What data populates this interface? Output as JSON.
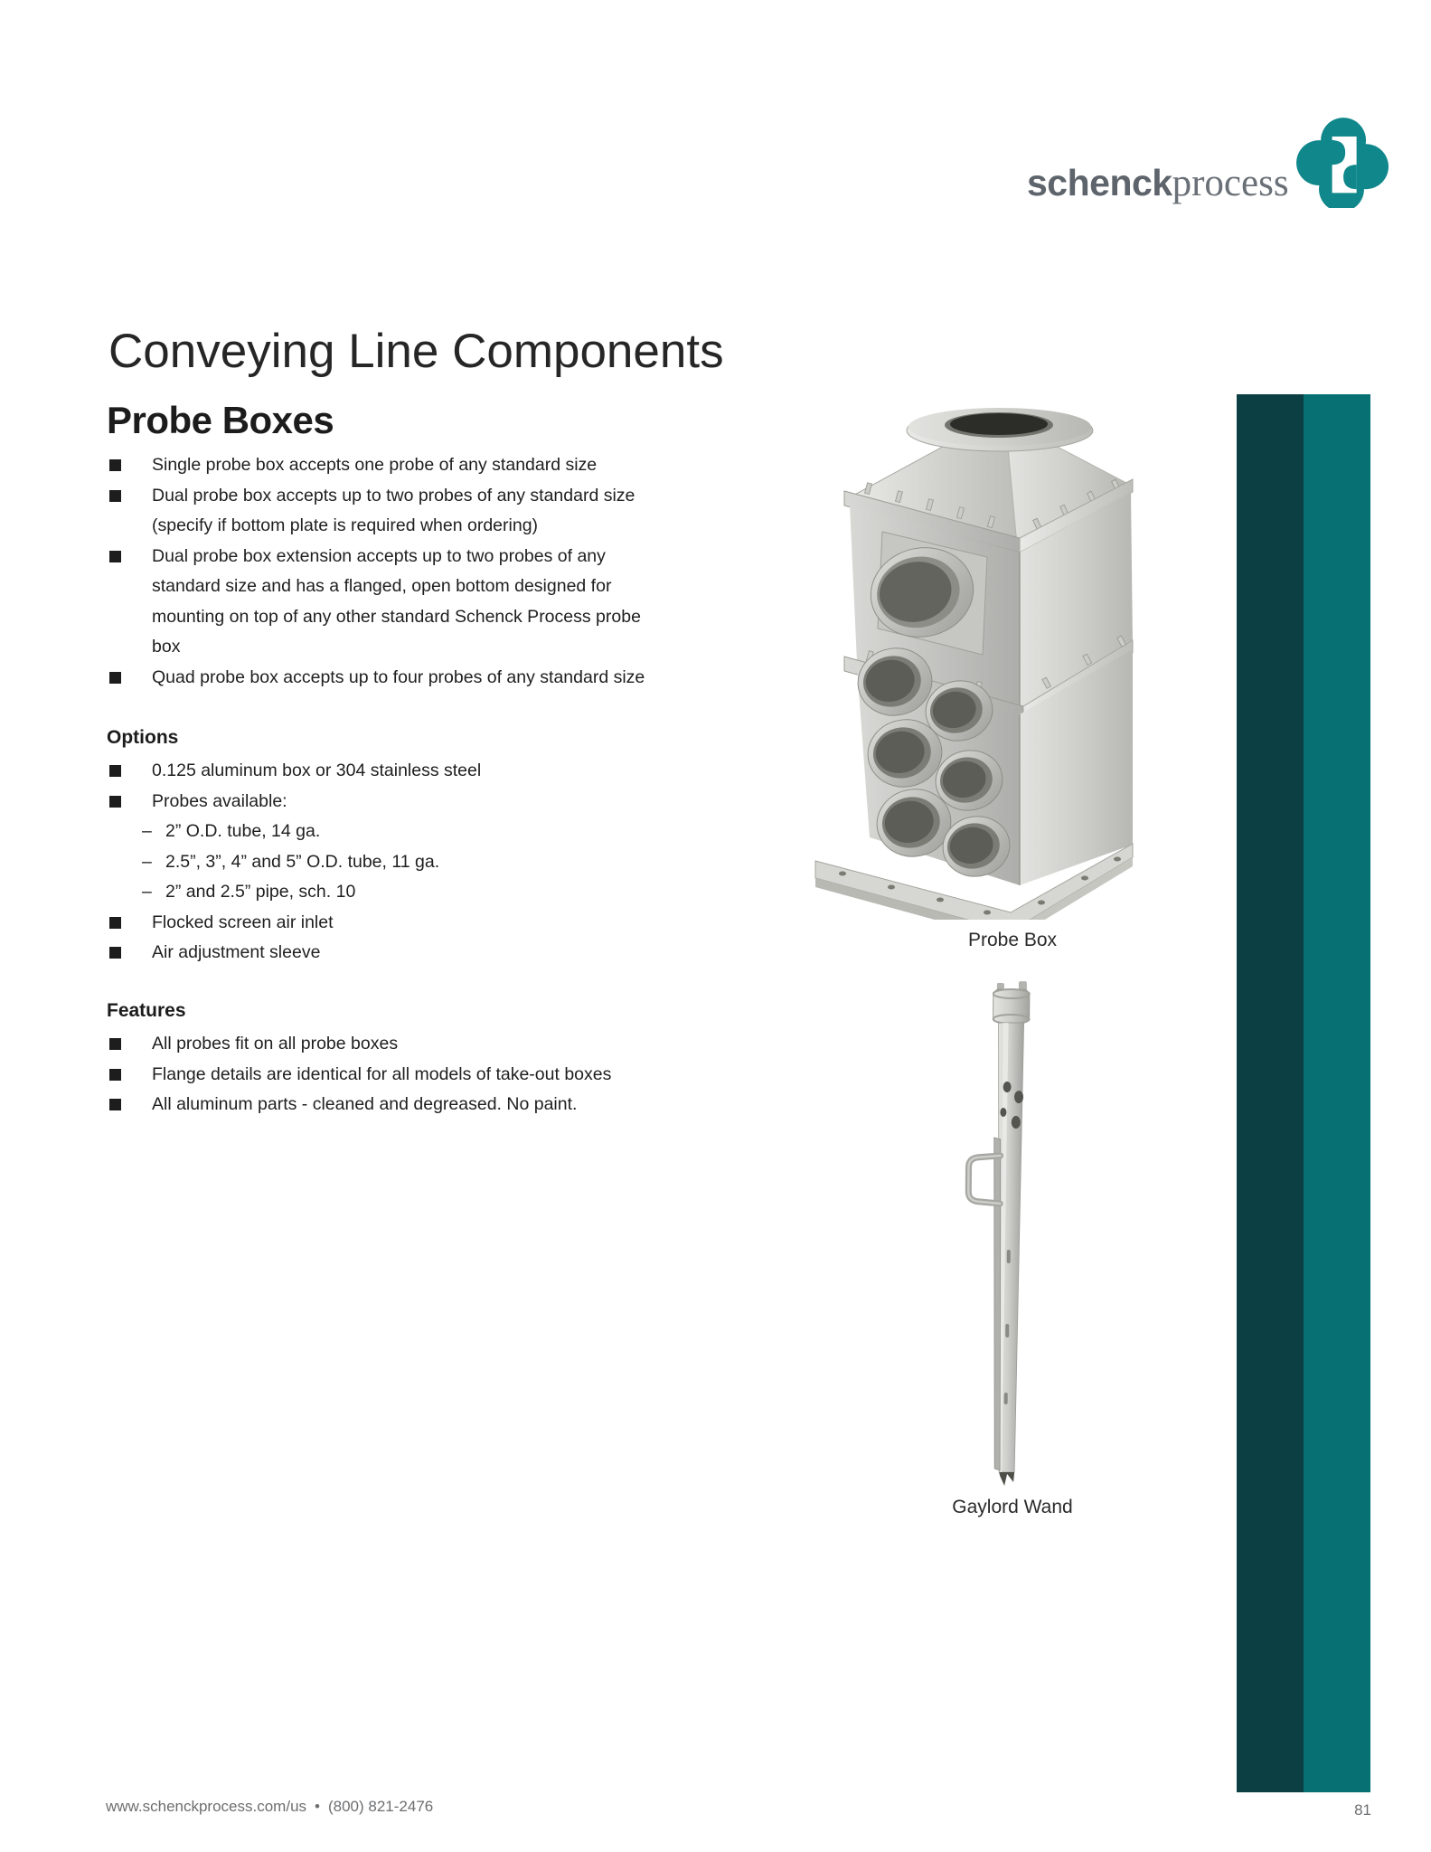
{
  "logo": {
    "brand_bold": "schenck",
    "brand_serif": "process",
    "icon_color": "#0f878b"
  },
  "header": {
    "title": "Conveying Line Components",
    "section": "Probe Boxes"
  },
  "intro": {
    "items": [
      "Single probe box accepts one probe of any standard size",
      "Dual probe box accepts up to two probes of any standard size (specify if bottom plate is required when ordering)",
      "Dual probe box extension accepts up to two probes of any standard size and has a flanged, open bottom designed for mounting on top of any other standard Schenck Process probe box",
      "Quad probe box accepts up to four probes of any standard size"
    ]
  },
  "options": {
    "heading": "Options",
    "items": [
      {
        "text": "0.125 aluminum box or 304 stainless steel",
        "sub": []
      },
      {
        "text": "Probes available:",
        "sub": [
          "2” O.D. tube, 14 ga.",
          "2.5”, 3”, 4” and 5” O.D. tube, 11 ga.",
          "2” and 2.5” pipe, sch. 10"
        ]
      },
      {
        "text": "Flocked screen air inlet",
        "sub": []
      },
      {
        "text": "Air adjustment sleeve",
        "sub": []
      }
    ]
  },
  "features": {
    "heading": "Features",
    "items": [
      "All probes fit on all probe boxes",
      "Flange details are identical for all models of take-out boxes",
      "All aluminum parts - cleaned and degreased. No paint."
    ]
  },
  "figures": {
    "probe_box": {
      "caption": "Probe Box"
    },
    "gaylord_wand": {
      "caption": "Gaylord Wand"
    }
  },
  "footer": {
    "url": "www.schenckprocess.com/us",
    "separator": "•",
    "phone": "(800) 821-2476",
    "page_number": "81"
  },
  "colors": {
    "accent_bar_dark": "#0c3f44",
    "accent_bar_teal": "#077073",
    "logo_teal": "#0f878b"
  }
}
